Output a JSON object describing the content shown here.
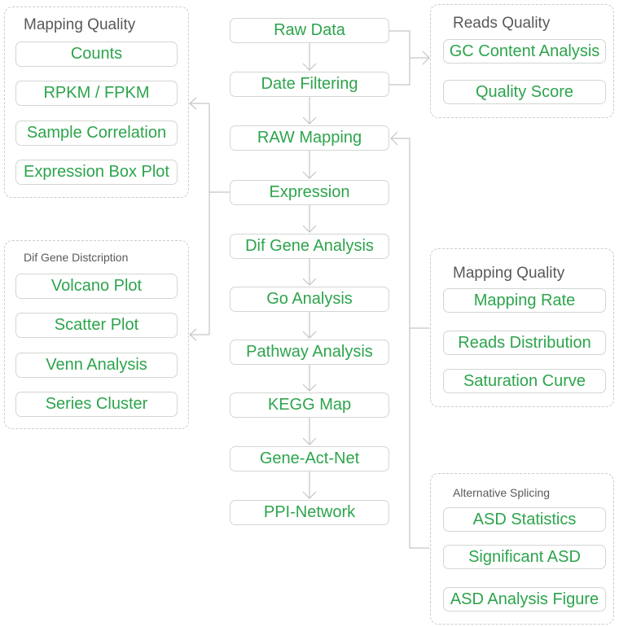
{
  "colors": {
    "node_text_green": "#2da44c",
    "group_title_gray": "#595959",
    "node_border": "#d2d6d2",
    "group_border": "#cbcbcb",
    "connector": "#c5c5c5",
    "background": "#ffffff"
  },
  "flow": {
    "steps": [
      "Raw Data",
      "Date Filtering",
      "RAW Mapping",
      "Expression",
      "Dif Gene Analysis",
      "Go Analysis",
      "Pathway Analysis",
      "KEGG Map",
      "Gene-Act-Net",
      "PPI-Network"
    ]
  },
  "groups": {
    "mapping_quality_left": {
      "title": "Mapping Quality",
      "items": [
        "Counts",
        "RPKM / FPKM",
        "Sample Correlation",
        "Expression Box Plot"
      ]
    },
    "dif_gene_description": {
      "title": "Dif Gene Distcription",
      "items": [
        "Volcano Plot",
        "Scatter Plot",
        "Venn Analysis",
        "Series Cluster"
      ]
    },
    "reads_quality": {
      "title": "Reads Quality",
      "items": [
        "GC Content Analysis",
        "Quality Score"
      ]
    },
    "mapping_quality_right": {
      "title": "Mapping Quality",
      "items": [
        "Mapping Rate",
        "Reads Distribution",
        "Saturation Curve"
      ]
    },
    "alternative_splicing": {
      "title": "Alternative Splicing",
      "items": [
        "ASD Statistics",
        "Significant ASD",
        "ASD Analysis Figure"
      ]
    }
  }
}
